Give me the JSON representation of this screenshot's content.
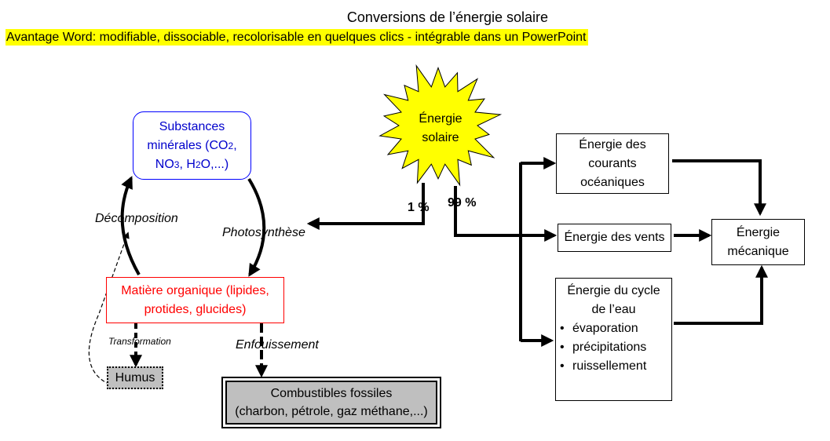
{
  "title": "Conversions de l’énergie solaire",
  "subtitle": "Avantage Word: modifiable, dissociable, recolorisable en quelques clics - intégrable dans un PowerPoint",
  "sun": {
    "line1": "Énergie",
    "line2": "solaire"
  },
  "percent_1": "1 %",
  "percent_99": "99 %",
  "mineral": {
    "line1": "Substances",
    "line2_prefix": "minérales (CO",
    "sub2": "2",
    "line2_suffix": ",",
    "line3_no": "NO",
    "sub3": "3",
    "line3_h": ", H",
    "line3_sub2": "2",
    "line3_rest": "O,...)"
  },
  "organic": {
    "line1": "Matière organique (lipides,",
    "line2": "protides, glucides)"
  },
  "humus": "Humus",
  "fossil": {
    "line1": "Combustibles fossiles",
    "line2": "(charbon, pétrole, gaz méthane,...)"
  },
  "labels": {
    "decomposition": "Décomposition",
    "photosynthese": "Photosynthèse",
    "transformation": "Transformation",
    "enfouissement": "Enfouissement"
  },
  "currents": {
    "line1": "Énergie des",
    "line2": "courants",
    "line3": "océaniques"
  },
  "winds": "Énergie des vents",
  "water_cycle": {
    "line1": "Énergie du cycle",
    "line2": "de l’eau",
    "items": [
      "évaporation",
      "précipitations",
      "ruissellement"
    ]
  },
  "mechanical": {
    "line1": "Énergie",
    "line2": "mécanique"
  },
  "colors": {
    "sun_fill": "#ffff00",
    "mineral_text": "#0000cc",
    "mineral_border": "#0000ff",
    "organic_text": "#ff0000",
    "organic_border": "#ff0000",
    "fossil_fill": "#bfbfbf",
    "humus_fill": "#c0c0c0"
  }
}
